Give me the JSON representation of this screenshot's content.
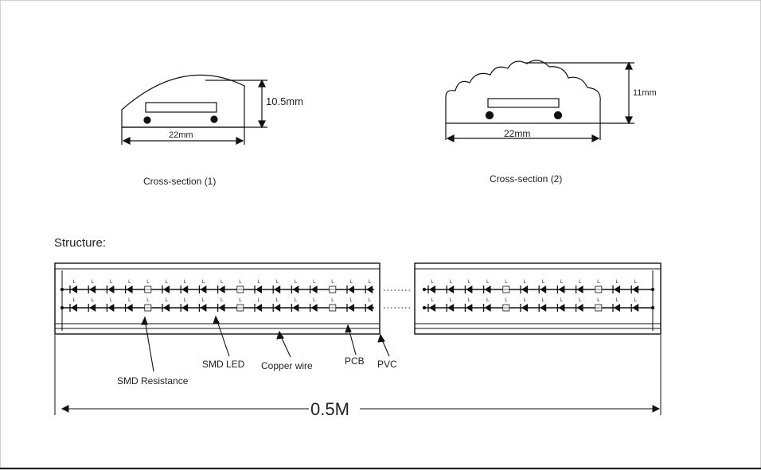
{
  "cross_section_1": {
    "height_label": "10.5mm",
    "width_label": "22mm",
    "caption": "Cross-section (1)"
  },
  "cross_section_2": {
    "height_label": "11mm",
    "width_label": "22mm",
    "caption": "Cross-section (2)"
  },
  "structure": {
    "title": "Structure:",
    "labels": {
      "smd_resistance": "SMD Resistance",
      "smd_led": "SMD LED",
      "copper_wire": "Copper wire",
      "pcb": "PCB",
      "pvc": "PVC"
    },
    "length_label": "0.5M",
    "led_mark": "L"
  },
  "colors": {
    "line": "#111111",
    "text": "#222222",
    "background": "#ffffff"
  }
}
